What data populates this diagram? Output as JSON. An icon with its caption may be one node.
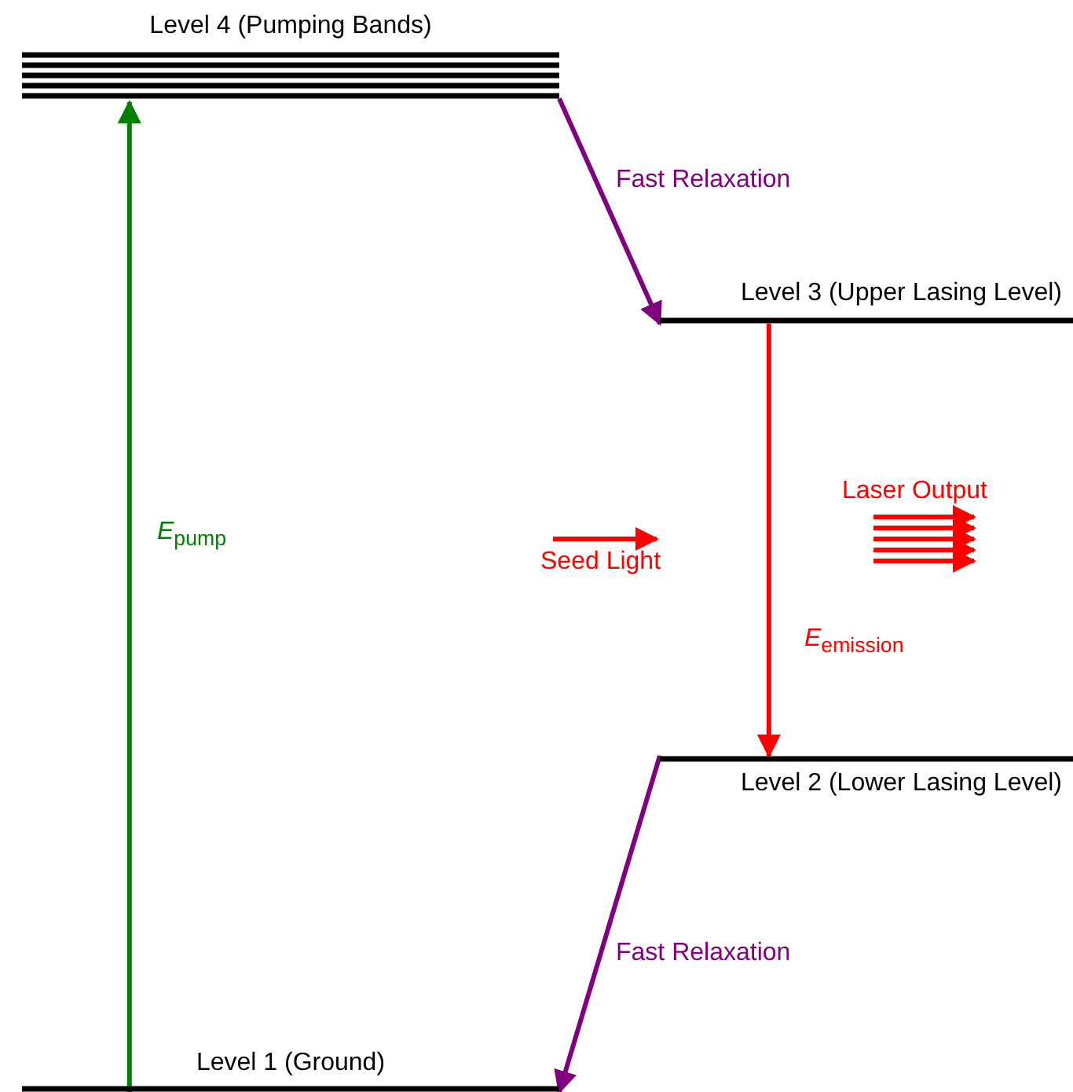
{
  "diagram": {
    "nodes": [
      {
        "text": [
          "Level 4 (Pumping Bands)"
        ]
      },
      {
        "text": [
          "Level 3 (Upper Lasing Level)"
        ]
      },
      {
        "text": [
          "Level 2 (Lower Lasing Level)"
        ]
      },
      {
        "text": [
          "Level 1 (Ground)"
        ]
      }
    ],
    "edges": [
      {
        "from": 0,
        "to": 1,
        "arrow": "to",
        "label": "Fast Relaxation",
        "color": "#800080"
      },
      {
        "from": 3,
        "to": 0,
        "arrow": "to",
        "label": "*E*$_{pump}$",
        "color": "#008000"
      },
      {
        "from": 1,
        "to": 2,
        "arrow": "to",
        "label": "*E*$_{emission}$",
        "color": "#ff0000"
      },
      {
        "from": 2,
        "to": 3,
        "arrow": "to",
        "label": "Fast Relaxation",
        "color": "#800080"
      }
    ],
    "labels": [
      "Seed Light",
      "Laser Output"
    ]
  }
}
